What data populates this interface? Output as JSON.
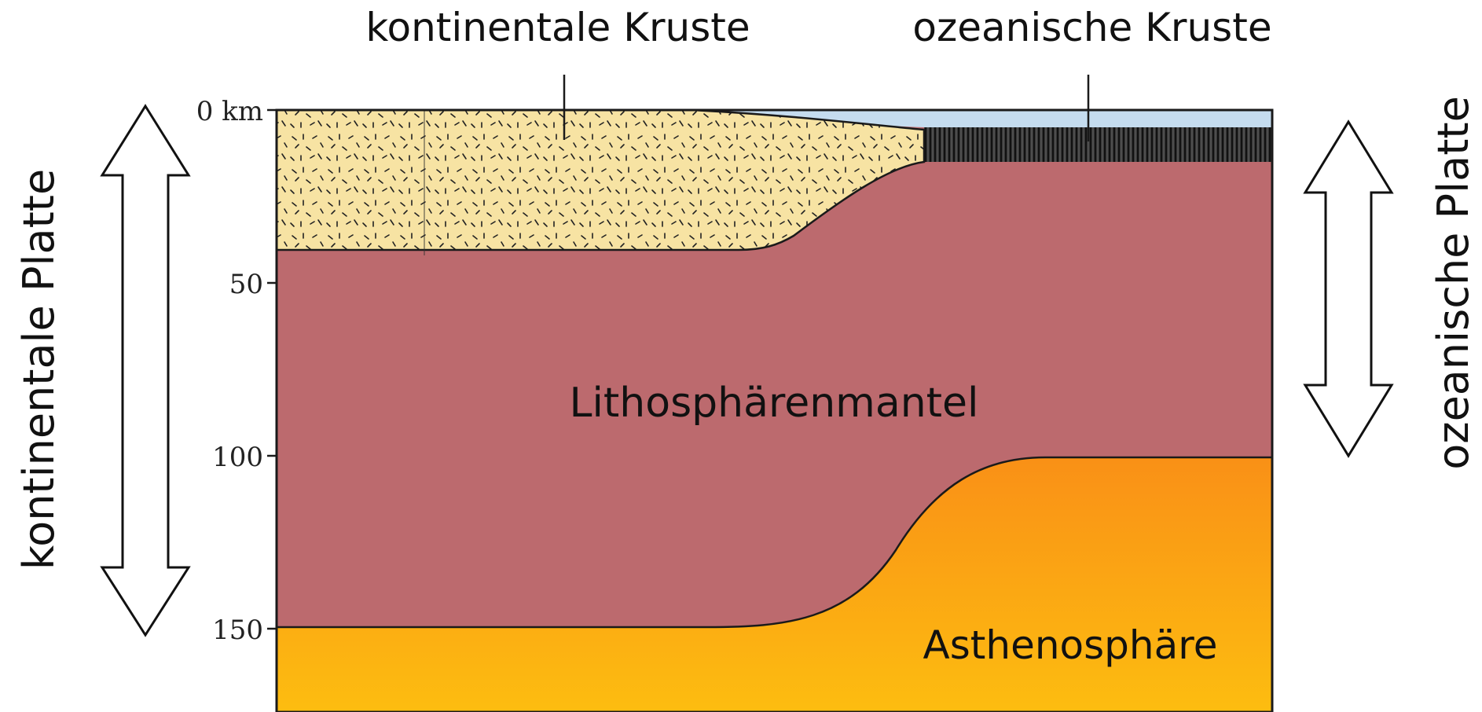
{
  "diagram": {
    "top_labels": {
      "continental_crust": "kontinentale Kruste",
      "oceanic_crust": "ozeanische Kruste"
    },
    "side_labels": {
      "continental_plate": "kontinentale Platte",
      "oceanic_plate": "ozeanische Platte"
    },
    "layer_labels": {
      "lithospheric_mantle": "Lithosphärenmantel",
      "asthenosphere": "Asthenosphäre"
    },
    "depth_axis": {
      "tick_labels": [
        "0 km",
        "50",
        "100",
        "150"
      ]
    },
    "colors": {
      "continental_crust": "#f7e3a3",
      "ocean_water": "#c5dcef",
      "oceanic_crust": "#2a2a2a",
      "lithospheric_mantle": "#bc6a6e",
      "asthenosphere_top": "#f04a12",
      "asthenosphere_bottom": "#fdbb12",
      "outline": "#1a1a1a"
    }
  }
}
